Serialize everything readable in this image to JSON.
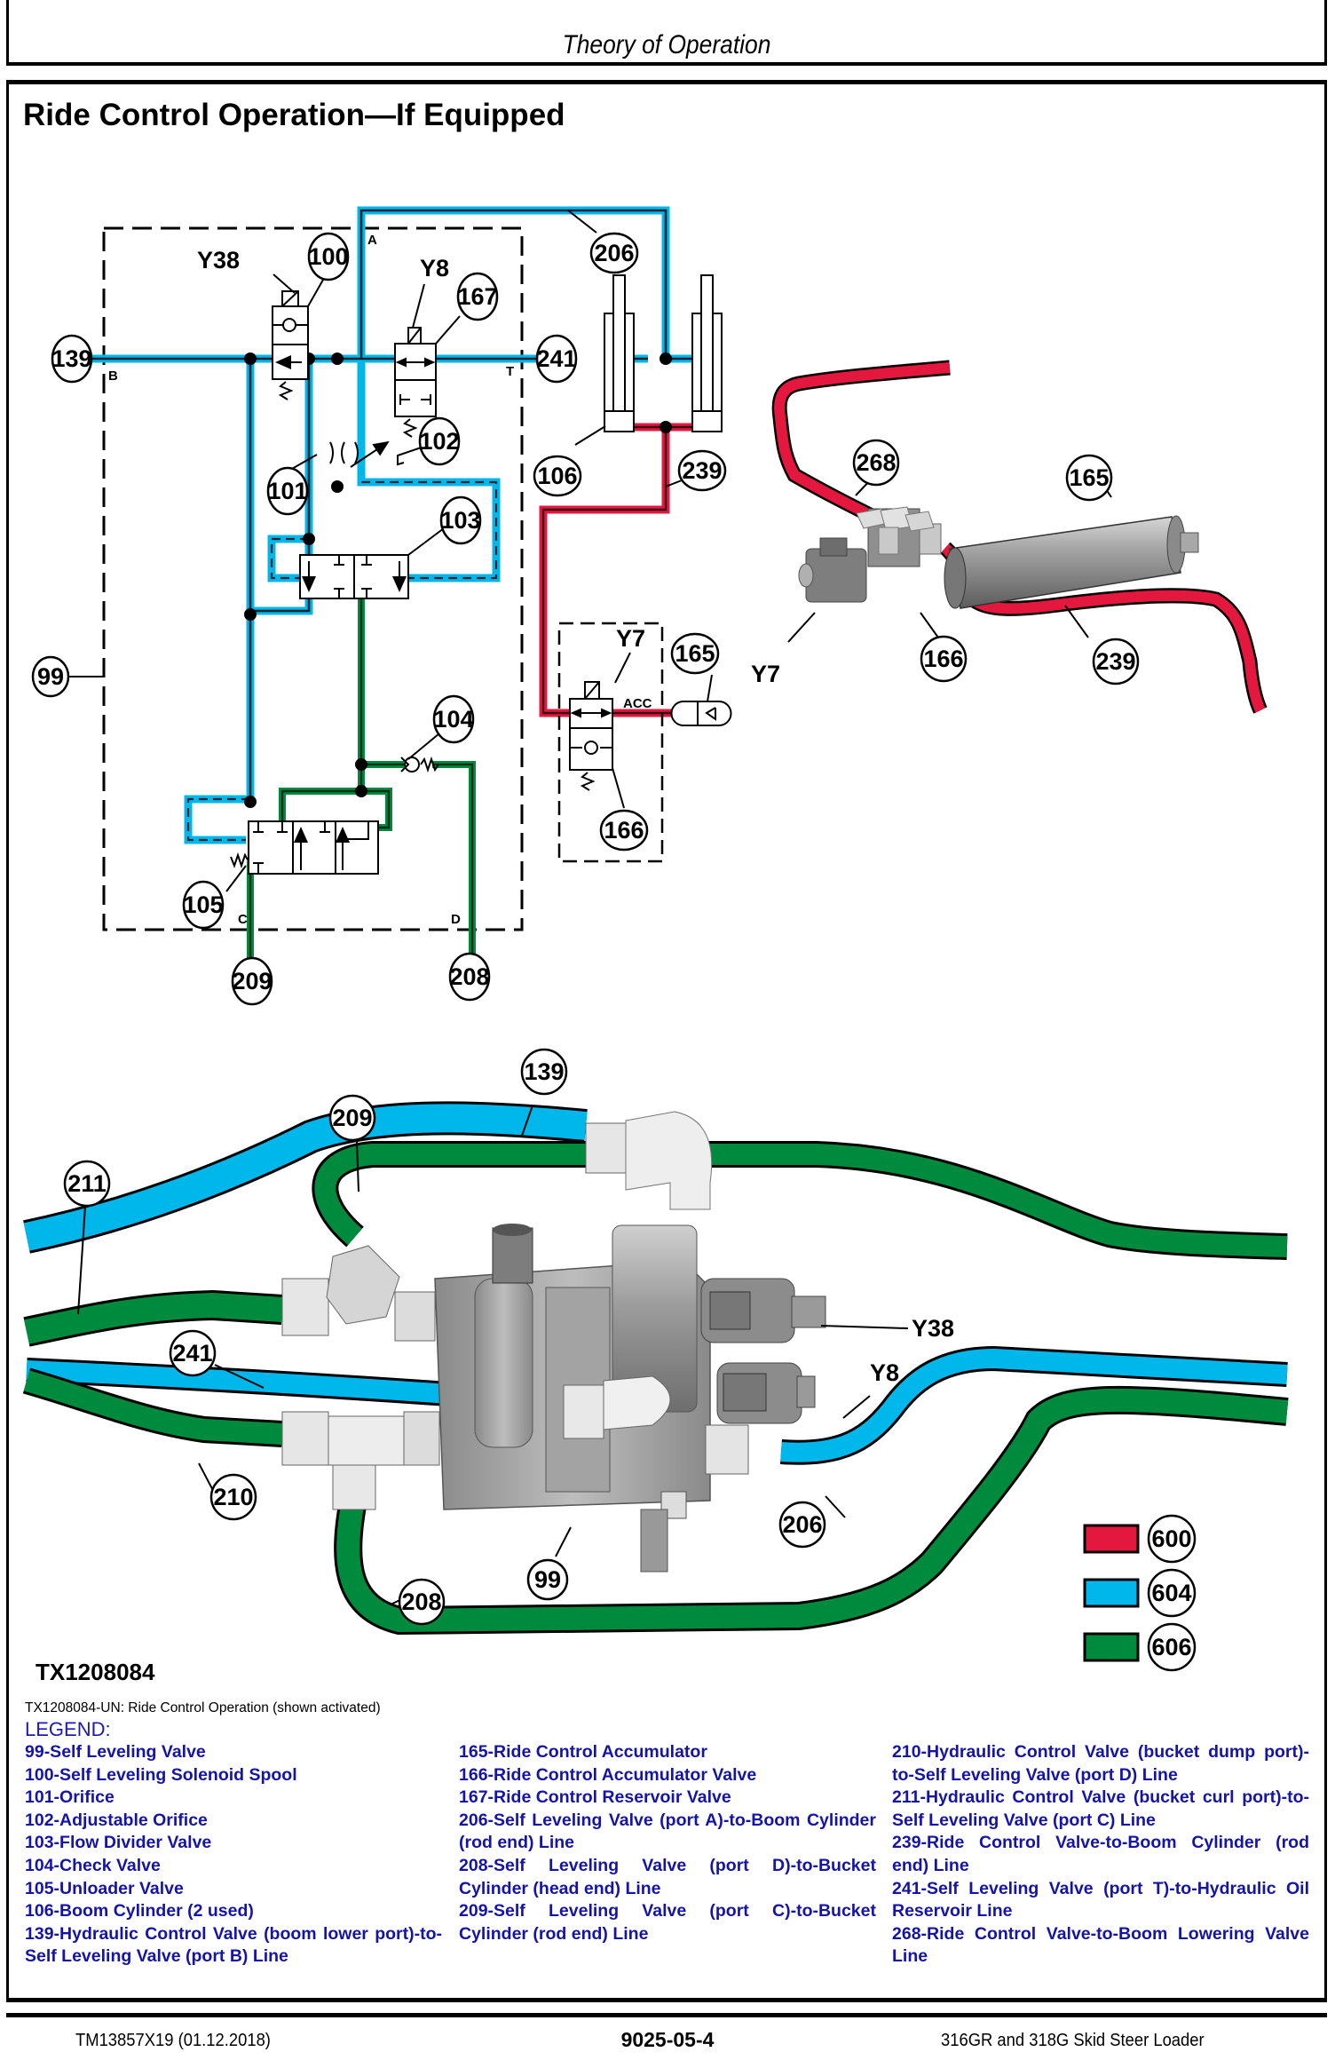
{
  "header": {
    "section_title": "Theory of Operation"
  },
  "page": {
    "title": "Ride Control Operation—If Equipped"
  },
  "colors": {
    "pressure_red": "#e4173e",
    "return_blue": "#00b7eb",
    "trapped_green": "#008a3e"
  },
  "schematic": {
    "callouts": {
      "c99": "99",
      "c100": "100",
      "c101": "101",
      "c102": "102",
      "c103": "103",
      "c104": "104",
      "c105": "105",
      "c106": "106",
      "c139": "139",
      "c165": "165",
      "c166": "166",
      "c167": "167",
      "c206": "206",
      "c208": "208",
      "c209": "209",
      "c239": "239",
      "c241": "241"
    },
    "labels": {
      "y38": "Y38",
      "y8": "Y8",
      "y7": "Y7",
      "port_a": "A",
      "port_b": "B",
      "port_t": "T",
      "port_c": "C",
      "port_d": "D",
      "acc": "ACC"
    }
  },
  "accumulator_view": {
    "callouts": {
      "c268": "268",
      "c165": "165",
      "c166": "166",
      "c239": "239"
    },
    "labels": {
      "y7": "Y7"
    }
  },
  "valve_view": {
    "callouts": {
      "c139": "139",
      "c209": "209",
      "c211": "211",
      "c241": "241",
      "c210": "210",
      "c99": "99",
      "c208": "208",
      "c206": "206"
    },
    "labels": {
      "y38": "Y38",
      "y8": "Y8"
    }
  },
  "color_key": [
    {
      "code": "600",
      "color": "#e4173e"
    },
    {
      "code": "604",
      "color": "#00b7eb"
    },
    {
      "code": "606",
      "color": "#008a3e"
    }
  ],
  "figure": {
    "id": "TX1208084",
    "caption": "TX1208084-UN: Ride Control Operation (shown activated)"
  },
  "legend": {
    "heading": "LEGEND:",
    "col1": [
      "99-Self Leveling Valve",
      "100-Self Leveling Solenoid Spool",
      "101-Orifice",
      "102-Adjustable Orifice",
      "103-Flow Divider Valve",
      "104-Check Valve",
      "105-Unloader Valve",
      "106-Boom Cylinder (2 used)",
      "139-Hydraulic Control Valve (boom lower port)-to-Self Leveling Valve (port B) Line"
    ],
    "col2": [
      "165-Ride Control Accumulator",
      "166-Ride Control Accumulator Valve",
      "167-Ride Control Reservoir Valve",
      "206-Self Leveling Valve (port A)-to-Boom Cylinder (rod end) Line",
      "208-Self Leveling Valve (port D)-to-Bucket Cylinder (head end) Line",
      "209-Self Leveling Valve (port C)-to-Bucket Cylinder (rod end) Line"
    ],
    "col3": [
      "210-Hydraulic Control Valve (bucket dump port)-to-Self Leveling Valve (port D) Line",
      "211-Hydraulic Control Valve (bucket curl port)-to-Self Leveling Valve (port C) Line",
      "239-Ride Control Valve-to-Boom Cylinder (rod end) Line",
      "241-Self Leveling Valve (port T)-to-Hydraulic Oil Reservoir Line",
      "268-Ride Control Valve-to-Boom Lowering Valve Line"
    ]
  },
  "footer": {
    "doc_id": "TM13857X19 (01.12.2018)",
    "page_number": "9025-05-4",
    "product": "316GR and 318G Skid Steer Loader"
  }
}
